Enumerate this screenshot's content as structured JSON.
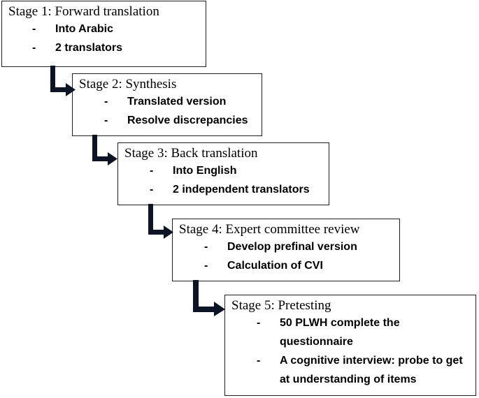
{
  "diagram": {
    "title": "Translation and cultural adaptation process flowchart",
    "arrow_color": "#0d1426",
    "box_border_color": "#231f20",
    "background_color": "#ffffff"
  },
  "stages": [
    {
      "id": "stage-1",
      "title": "Stage 1: Forward translation",
      "dash": "-",
      "bullets": [
        "Into Arabic",
        "2 translators"
      ]
    },
    {
      "id": "stage-2",
      "title": "Stage 2: Synthesis",
      "dash": "-",
      "bullets": [
        "Translated version",
        "Resolve discrepancies"
      ]
    },
    {
      "id": "stage-3",
      "title": "Stage 3: Back translation",
      "dash": "-",
      "bullets": [
        "Into English",
        "2 independent translators"
      ]
    },
    {
      "id": "stage-4",
      "title": "Stage 4: Expert committee review",
      "dash": "-",
      "bullets": [
        "Develop prefinal version",
        "Calculation of CVI"
      ]
    },
    {
      "id": "stage-5",
      "title": "Stage 5: Pretesting",
      "dash": "-",
      "bullets": [
        "50 PLWH complete the questionnaire",
        "A cognitive interview: probe to get at understanding of items"
      ]
    }
  ],
  "connectors": [
    {
      "id": "connector-1-2",
      "from": "stage-1",
      "to": "stage-2"
    },
    {
      "id": "connector-2-3",
      "from": "stage-2",
      "to": "stage-3"
    },
    {
      "id": "connector-3-4",
      "from": "stage-3",
      "to": "stage-4"
    },
    {
      "id": "connector-4-5",
      "from": "stage-4",
      "to": "stage-5"
    }
  ]
}
